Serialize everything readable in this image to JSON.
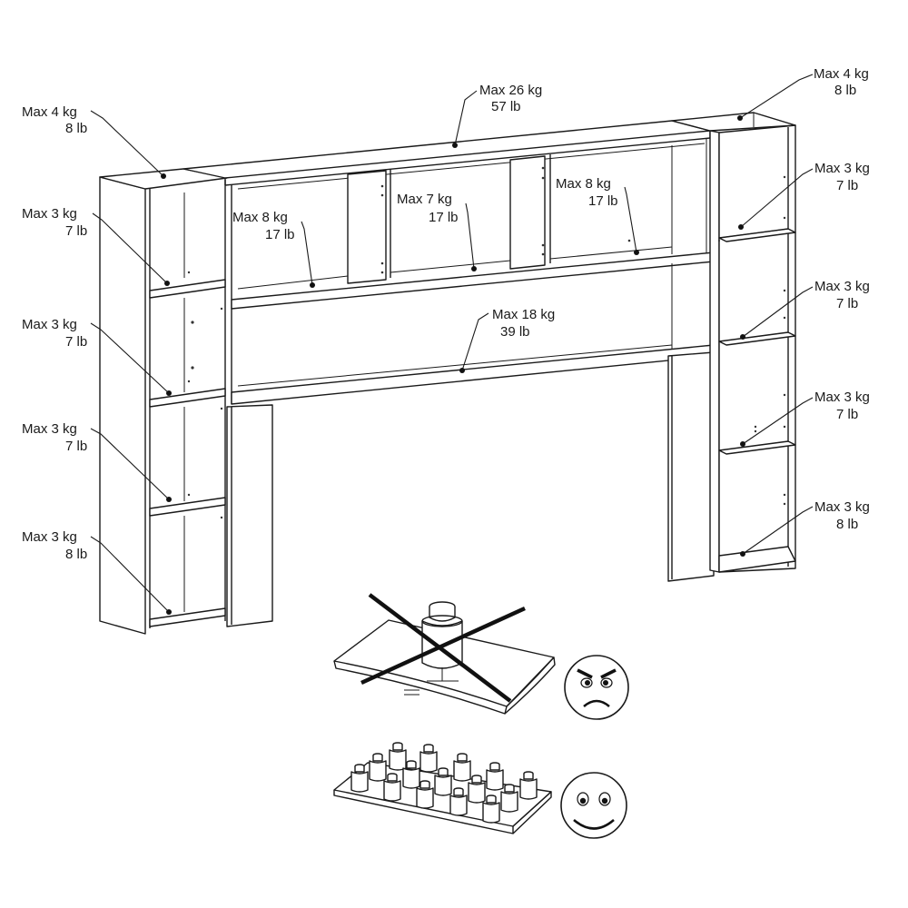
{
  "labels": {
    "top_center": {
      "kg": "Max 26 kg",
      "lb": "57 lb"
    },
    "left_top": {
      "kg": "Max 4 kg",
      "lb": "8 lb"
    },
    "right_top": {
      "kg": "Max 4 kg",
      "lb": "8 lb"
    },
    "left_1": {
      "kg": "Max 3 kg",
      "lb": "7 lb"
    },
    "left_2": {
      "kg": "Max 3 kg",
      "lb": "7 lb"
    },
    "left_3": {
      "kg": "Max 3 kg",
      "lb": "7 lb"
    },
    "left_4": {
      "kg": "Max 3 kg",
      "lb": "8 lb"
    },
    "right_1": {
      "kg": "Max 3 kg",
      "lb": "7 lb"
    },
    "right_2": {
      "kg": "Max 3 kg",
      "lb": "7 lb"
    },
    "right_3": {
      "kg": "Max 3 kg",
      "lb": "7 lb"
    },
    "right_4": {
      "kg": "Max 3 kg",
      "lb": "8 lb"
    },
    "cubby_left": {
      "kg": "Max 8 kg",
      "lb": "17 lb"
    },
    "cubby_center": {
      "kg": "Max 7 kg",
      "lb": "17 lb"
    },
    "cubby_right": {
      "kg": "Max 8 kg",
      "lb": "17 lb"
    },
    "long_shelf": {
      "kg": "Max 18 kg",
      "lb": "39 lb"
    }
  },
  "icons": {
    "bad": "angry-face-icon",
    "good": "smiling-face-icon"
  }
}
